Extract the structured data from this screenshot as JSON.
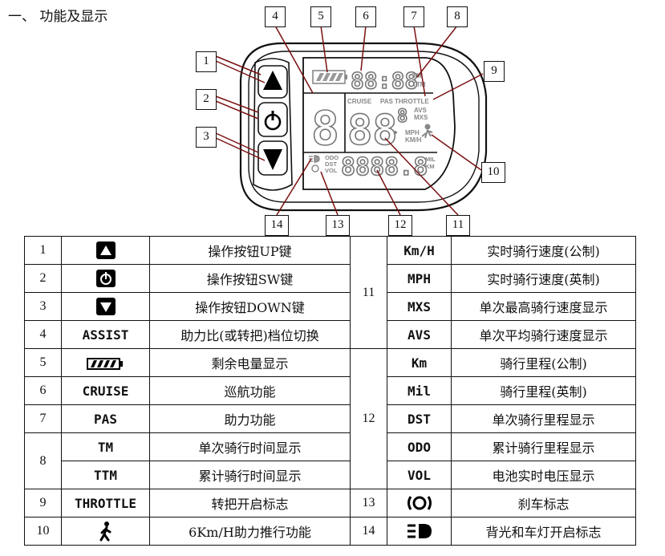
{
  "heading": "一、 功能及显示",
  "figure": {
    "callouts": [
      "1",
      "2",
      "3",
      "4",
      "5",
      "6",
      "7",
      "8",
      "9",
      "10",
      "11",
      "12",
      "13",
      "14"
    ],
    "lcd": {
      "clock_digits": "88:88",
      "tm": "TM",
      "ttm": "TTM",
      "cruise": "CRUISE",
      "pas": "PAS",
      "throttle": "THROTTLE",
      "assist_digit": "8",
      "speed_digits": "88",
      "speed_small": "8",
      "avs": "AVS",
      "mxs": "MXS",
      "mph": "MPH",
      "kmh": "KM/H",
      "odo": "ODO",
      "dst": "DST",
      "vol": "VOL",
      "dist_digits": "8888.8",
      "mil": "MIL",
      "km": "KM"
    }
  },
  "table": {
    "left": [
      {
        "num": "1",
        "icon": "up-button-icon",
        "desc": "操作按钮UP键"
      },
      {
        "num": "2",
        "icon": "power-button-icon",
        "desc": "操作按钮SW键"
      },
      {
        "num": "3",
        "icon": "down-button-icon",
        "desc": "操作按钮DOWN键"
      },
      {
        "num": "4",
        "code": "ASSIST",
        "desc": "助力比(或转把)档位切换"
      },
      {
        "num": "5",
        "icon": "battery-icon",
        "desc": "剩余电量显示"
      },
      {
        "num": "6",
        "code": "CRUISE",
        "desc": "巡航功能"
      },
      {
        "num": "7",
        "code": "PAS",
        "desc": "助力功能"
      },
      {
        "num": "8",
        "code": "TM",
        "desc": "单次骑行时间显示"
      },
      {
        "code": "TTM",
        "desc": "累计骑行时间显示"
      },
      {
        "num": "9",
        "code": "THROTTLE",
        "desc": "转把开启标志"
      },
      {
        "num": "10",
        "icon": "walk-assist-icon",
        "desc": "6Km/H助力推行功能"
      }
    ],
    "right": [
      {
        "group": "11",
        "code": "Km/H",
        "desc": "实时骑行速度(公制)"
      },
      {
        "code": "MPH",
        "desc": "实时骑行速度(英制)"
      },
      {
        "code": "MXS",
        "desc": "单次最高骑行速度显示"
      },
      {
        "code": "AVS",
        "desc": "单次平均骑行速度显示"
      },
      {
        "group": "12",
        "code": "Km",
        "desc": "骑行里程(公制)"
      },
      {
        "code": "Mil",
        "desc": "骑行里程(英制)"
      },
      {
        "code": "DST",
        "desc": "单次骑行里程显示"
      },
      {
        "code": "ODO",
        "desc": "累计骑行里程显示"
      },
      {
        "code": "VOL",
        "desc": "电池实时电压显示"
      },
      {
        "group": "13",
        "icon": "brake-icon",
        "desc": "刹车标志"
      },
      {
        "group": "14",
        "icon": "headlight-icon",
        "desc": "背光和车灯开启标志"
      }
    ]
  }
}
